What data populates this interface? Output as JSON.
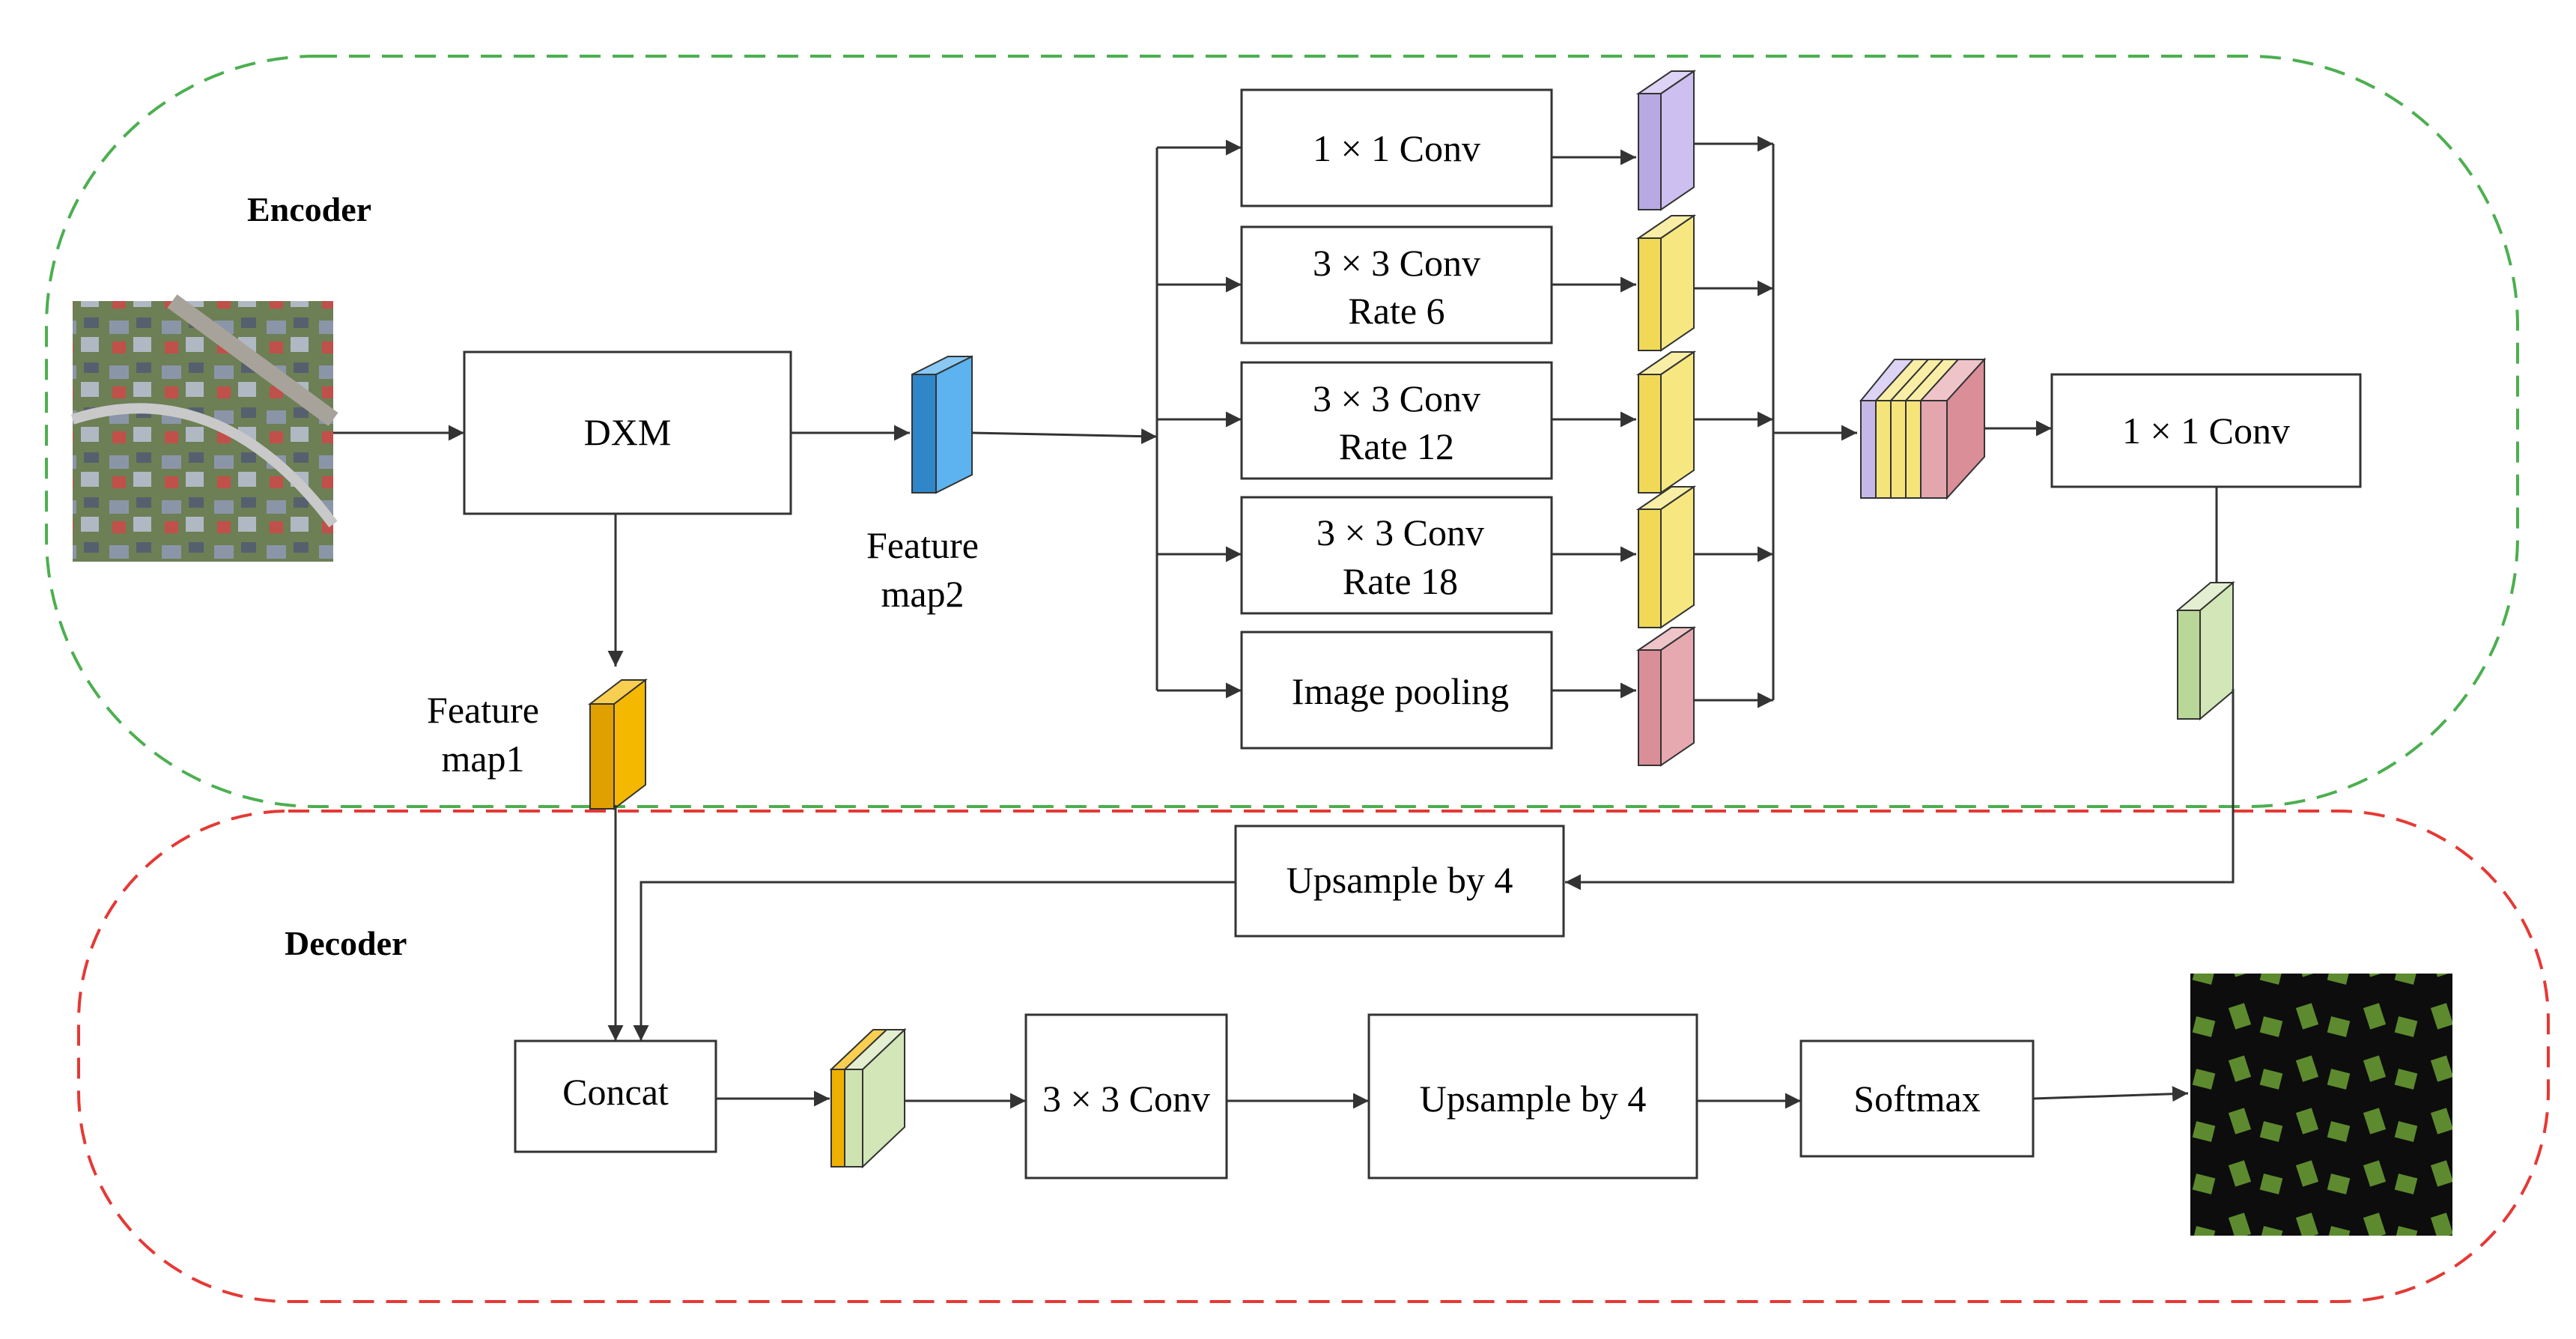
{
  "sections": {
    "encoder": "Encoder",
    "decoder": "Decoder"
  },
  "nodes": {
    "dxm": "DXM",
    "feature_map1_line1": "Feature",
    "feature_map1_line2": "map1",
    "feature_map2_line1": "Feature",
    "feature_map2_line2": "map2",
    "conv1x1_a": "1 × 1 Conv",
    "conv3x3_r6_l1": "3 × 3 Conv",
    "conv3x3_r6_l2": "Rate 6",
    "conv3x3_r12_l1": "3 × 3 Conv",
    "conv3x3_r12_l2": "Rate 12",
    "conv3x3_r18_l1": "3 × 3 Conv",
    "conv3x3_r18_l2": "Rate 18",
    "image_pooling": "Image pooling",
    "conv1x1_b": "1 × 1 Conv",
    "upsample_enc": "Upsample by 4",
    "concat": "Concat",
    "conv3x3_dec": "3 × 3 Conv",
    "upsample_dec": "Upsample by 4",
    "softmax": "Softmax"
  },
  "colors": {
    "encoder_border": "#4caf50",
    "decoder_border": "#e53935",
    "feature_map1": "#f0b000",
    "feature_map2": "#3a9be0",
    "aspp_1x1": "#c5b8e8",
    "aspp_3x3": "#f5e47a",
    "aspp_pool": "#e3a6ad",
    "encoder_output": "#cfe3b0"
  },
  "icons": {
    "input_image": "aerial-photo",
    "output_image": "segmentation-mask"
  }
}
